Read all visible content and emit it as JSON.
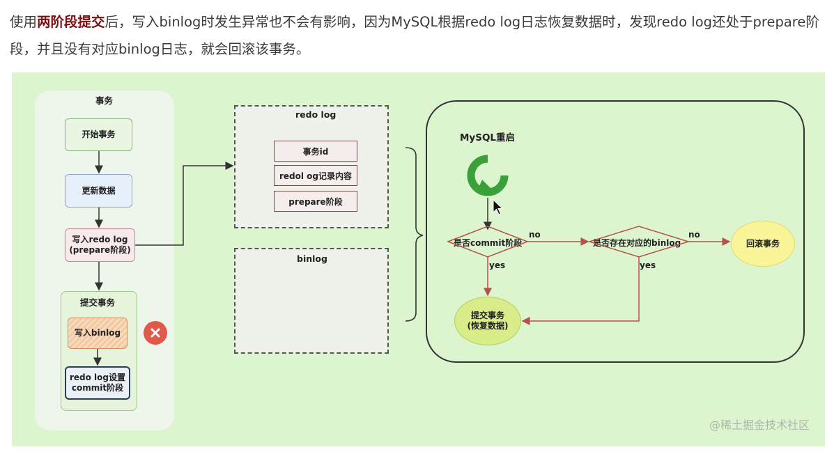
{
  "paragraph": {
    "before": "使用",
    "bold": "两阶段提交",
    "after": "后，写入binlog时发生异常也不会有影响，因为MySQL根据redo log日志恢复数据时，发现redo log还处于prepare阶段，并且没有对应binlog日志，就会回滚该事务。"
  },
  "diagram": {
    "transaction_panel": {
      "title": "事务",
      "steps": [
        "开始事务",
        "更新数据",
        "写入redo log\n(prepare阶段)"
      ],
      "commit_group": {
        "title": "提交事务",
        "write_binlog": "写入binlog",
        "set_commit": "redo log设置\ncommit阶段"
      }
    },
    "redo_log_box": {
      "title": "redo log",
      "fields": [
        "事务id",
        "redol og记录内容",
        "prepare阶段"
      ]
    },
    "binlog_box": {
      "title": "binlog"
    },
    "restart_panel": {
      "title": "MySQL重启",
      "decision1": "是否commit阶段",
      "decision2": "是否存在对应的binlog",
      "no1": "no",
      "no2": "no",
      "yes1": "yes",
      "yes2": "yes",
      "rollback": "回滚事务",
      "commit": "提交事务\n(恢复数据)"
    },
    "colors": {
      "canvas": "#dcf5cf",
      "error": "#e05a4b",
      "restart_icon": "#3aa03a",
      "rollback_fill": "#fbf59a",
      "commit_fill": "#d8ec8a",
      "arrow_red": "#b5524a"
    }
  },
  "watermark": "@稀土掘金技术社区"
}
